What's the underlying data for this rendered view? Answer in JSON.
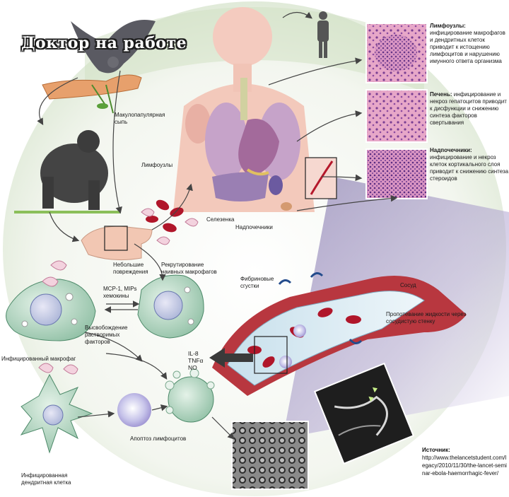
{
  "brand": "Доктор на работе",
  "labels": {
    "rash": "Макулопапулярная сыпь",
    "lymph_nodes": "Лимфоузлы",
    "spleen": "Селезенка",
    "adrenals": "Надпочечники",
    "small_lesions": "Небольшие повреждения",
    "naive_macrophages": "Рекрутирование наивных макрофагов",
    "chemokines": "MCP-1, MIPs хемокины",
    "soluble_factors": "Высвобождение растворимых факторов",
    "infected_macrophage": "Инфицированный макрофаг",
    "cytokines": "IL-8 TNFα NO",
    "lymphocyte_apoptosis": "Апоптоз лимфоцитов",
    "infected_dendritic": "Инфицированная дендритная клетка",
    "fibrin": "Фибриновые сгустки",
    "vessel": "Сосуд",
    "leakage": "Пропотевание жидкости через сосудистую стенку"
  },
  "tissues": [
    {
      "title": "Лимфоузлы:",
      "text": "инфицирование макрофагов и дендритных клеток приводит к истощению лимфоцитов и нарушению имунного ответа организма"
    },
    {
      "title": "Печень:",
      "text": "инфицирование и некроз гепатоцитов приводит к дисфункции и снижению синтеза факторов свертывания"
    },
    {
      "title": "Надпочечники:",
      "text": "инфицирование и некроз клеток кортикального слоя приводит к снижению синтеза стероидов"
    }
  ],
  "source": {
    "title": "Источник:",
    "url": "http://www.thelancetstudent.com/legacy/2010/11/30/the-lancet-seminar-ebola-haemorrhagic-fever/"
  }
}
